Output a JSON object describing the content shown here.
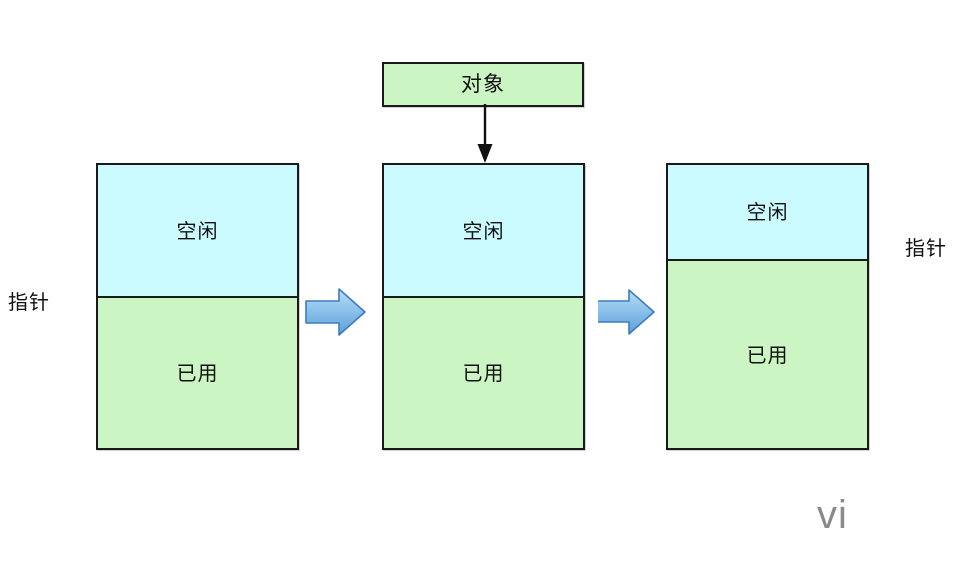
{
  "diagram": {
    "title_text": "",
    "colors": {
      "free_fill": "#ccfbff",
      "used_fill": "#ccf5c4",
      "object_fill": "#ccf5c4",
      "stroke": "#1a1a1a",
      "arrow_fill_light": "#a9d4f0",
      "arrow_fill_dark": "#6aa9de",
      "arrow_stroke": "#3c7dbd",
      "watermark_color": "#8a8a8a"
    },
    "object_box": {
      "label": "对象"
    },
    "blocks": [
      {
        "id": "block-before",
        "free_label": "空闲",
        "used_label": "已用",
        "free_ratio_percent": 47,
        "used_ratio_percent": 53
      },
      {
        "id": "block-allocating",
        "free_label": "空闲",
        "used_label": "已用",
        "free_ratio_percent": 47,
        "used_ratio_percent": 53
      },
      {
        "id": "block-after",
        "free_label": "空闲",
        "used_label": "已用",
        "free_ratio_percent": 34,
        "used_ratio_percent": 66
      }
    ],
    "labels": {
      "pointer_left": "指针",
      "pointer_right": "指针"
    },
    "watermark": "vi"
  }
}
